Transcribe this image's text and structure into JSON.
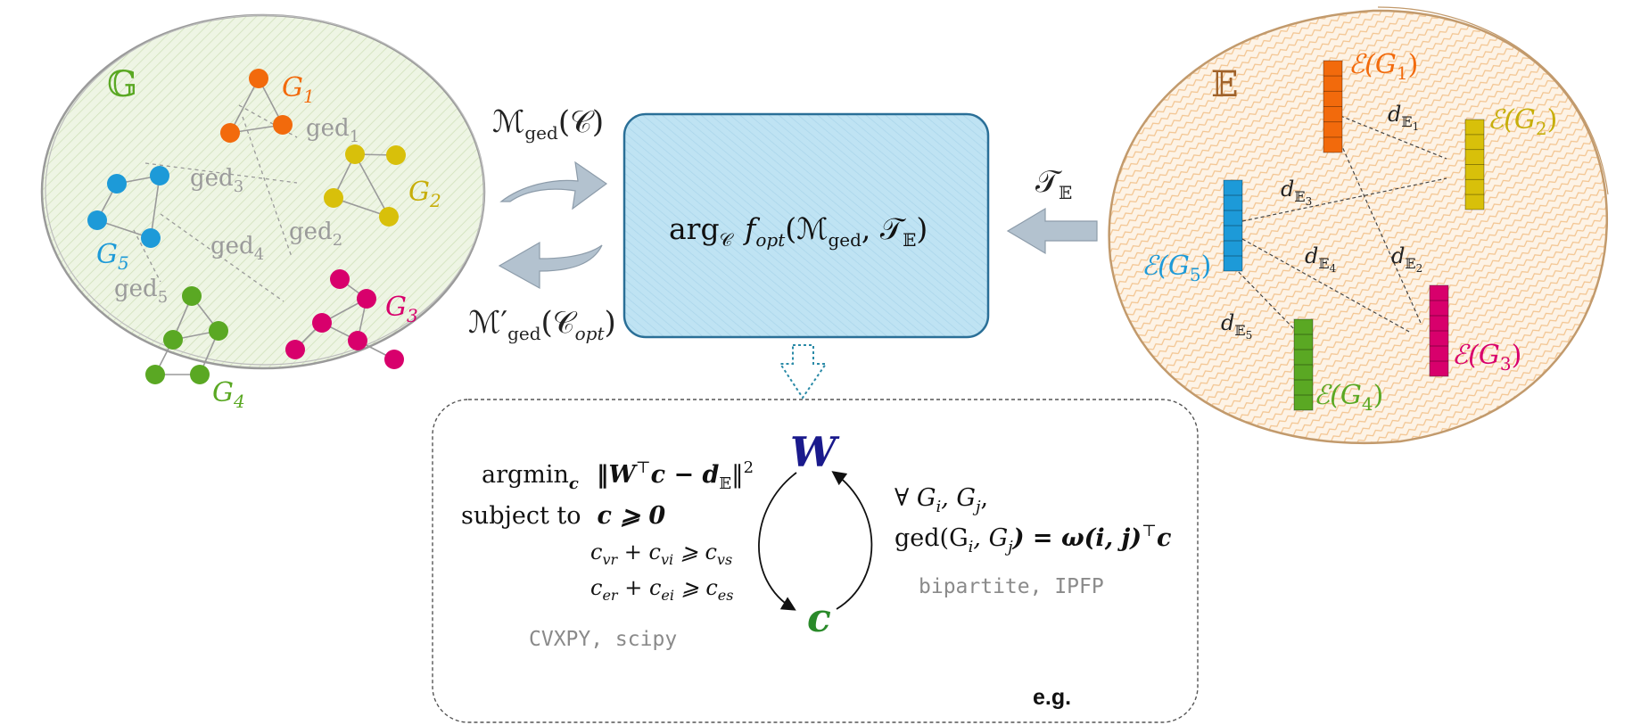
{
  "colors": {
    "graph_space_fill": "#eef5e4",
    "graph_space_stroke": "#9a9a9a",
    "embed_space_fill": "#fdf1e4",
    "embed_space_stroke": "#c29a6c",
    "center_box_fill": "#bfe3f3",
    "center_box_stroke": "#2a6f97",
    "arrow_fill": "#b3c2cf",
    "g1": "#f26a0c",
    "g2": "#d8c00a",
    "g3": "#d8006c",
    "g4": "#5aa823",
    "g5": "#1d9ad8",
    "gray_text": "#9a9a9a",
    "w_color": "#1a1a8c",
    "c_color": "#2a8a2a"
  },
  "graph_space": {
    "symbol": "𝔾",
    "graph_labels": {
      "g1": "G",
      "g1_sub": "1",
      "g2": "G",
      "g2_sub": "2",
      "g3": "G",
      "g3_sub": "3",
      "g4": "G",
      "g4_sub": "4",
      "g5": "G",
      "g5_sub": "5"
    },
    "ged_labels": [
      {
        "main": "ged",
        "sub": "1"
      },
      {
        "main": "ged",
        "sub": "2"
      },
      {
        "main": "ged",
        "sub": "3"
      },
      {
        "main": "ged",
        "sub": "4"
      },
      {
        "main": "ged",
        "sub": "5"
      }
    ]
  },
  "embedding_space": {
    "symbol": "𝔼",
    "embed_labels": [
      {
        "main": "ℰ(G",
        "sub": "1",
        "close": ")"
      },
      {
        "main": "ℰ(G",
        "sub": "2",
        "close": ")"
      },
      {
        "main": "ℰ(G",
        "sub": "3",
        "close": ")"
      },
      {
        "main": "ℰ(G",
        "sub": "4",
        "close": ")"
      },
      {
        "main": "ℰ(G",
        "sub": "5",
        "close": ")"
      }
    ],
    "distance_labels": [
      {
        "main": "d",
        "sub": "𝔼",
        "subsub": "1"
      },
      {
        "main": "d",
        "sub": "𝔼",
        "subsub": "2"
      },
      {
        "main": "d",
        "sub": "𝔼",
        "subsub": "3"
      },
      {
        "main": "d",
        "sub": "𝔼",
        "subsub": "4"
      },
      {
        "main": "d",
        "sub": "𝔼",
        "subsub": "5"
      }
    ]
  },
  "arrows": {
    "top_label": {
      "main": "ℳ",
      "sub": "ged",
      "arg": "(𝒞)"
    },
    "bottom_label": {
      "main": "ℳ′",
      "sub": "ged",
      "arg_open": "(𝒞",
      "arg_sub": "opt",
      "arg_close": ")"
    },
    "right_label": {
      "main": "𝒯",
      "sub": "𝔼"
    }
  },
  "center_box": {
    "arg": "arg",
    "arg_sub": "𝒞",
    "f": "f",
    "f_sub": "opt",
    "args_open": "(ℳ",
    "args_sub1": "ged",
    "args_mid": ", 𝒯",
    "args_sub2": "𝔼",
    "args_close": ")"
  },
  "example_box": {
    "argmin": "argmin",
    "argmin_sub": "c",
    "objective": "‖W",
    "objective_sup": "⊤",
    "objective_rest": "c − d",
    "objective_sub": "𝔼",
    "objective_close": "‖",
    "objective_pow": "2",
    "subject_to": "subject to",
    "constraint_main": "c ⩾ 0",
    "constraint_vertex": {
      "a": "c",
      "a_sub": "vr",
      "plus": " + c",
      "b_sub": "vi",
      "geq": " ⩾ c",
      "c_sub": "vs"
    },
    "constraint_edge": {
      "a": "c",
      "a_sub": "er",
      "plus": " + c",
      "b_sub": "ei",
      "geq": " ⩾ c",
      "c_sub": "es"
    },
    "solvers_left": "CVXPY, scipy",
    "w_symbol": "W",
    "c_symbol": "c",
    "forall": "∀ G",
    "forall_sub1": "i",
    "forall_mid": ", G",
    "forall_sub2": "j",
    "forall_end": ",",
    "ged_eq": "ged(G",
    "ged_eq_sub1": "i",
    "ged_eq_mid": ", G",
    "ged_eq_sub2": "j",
    "ged_eq_rest": ") = ω(i, j)",
    "ged_eq_sup": "⊤",
    "ged_eq_c": "c",
    "solvers_right": "bipartite, IPFP",
    "eg": "e.g."
  }
}
